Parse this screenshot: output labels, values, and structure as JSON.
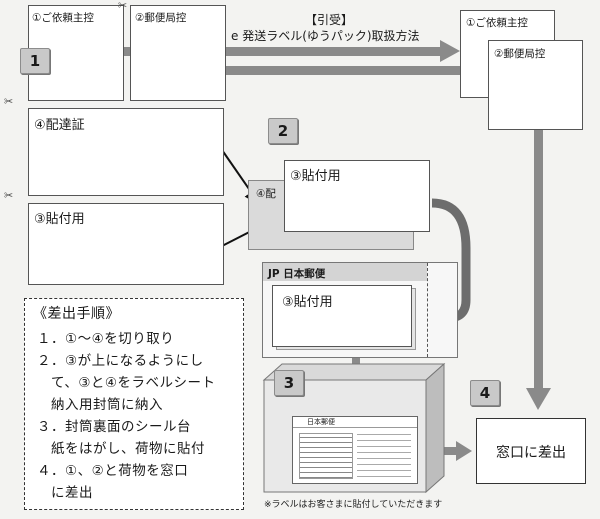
{
  "header": {
    "pickup_label": "【引受】",
    "method_label": "e 発送ラベル(ゆうパック)取扱方法"
  },
  "labels": {
    "requester_copy": "①ご依頼主控",
    "post_office_copy": "②郵便局控",
    "delivery_cert": "④配達証",
    "attach_copy": "③貼付用",
    "delivery_cert_partial": "④配",
    "envelope_brand": "JP 日本郵便",
    "parcel_brand": "日本郵便",
    "window_submit": "窓口に差出"
  },
  "steps": [
    "1",
    "2",
    "3",
    "4"
  ],
  "instructions": {
    "title": "《差出手順》",
    "lines": [
      "１．①～④を切り取り",
      "２．③が上になるようにし",
      "　て、③と④をラベルシート",
      "　納入用封筒に納入",
      "３．封筒裏面のシール台",
      "　紙をはがし、荷物に貼付",
      "４．①、②と荷物を窓口",
      "　に差出"
    ]
  },
  "footnote": "※ラベルはお客さまに貼付していただきます",
  "colors": {
    "arrow_gray": "#8a8a8a",
    "step_badge": "#c9c9c9",
    "envelope_fill": "#dcdcdc"
  }
}
